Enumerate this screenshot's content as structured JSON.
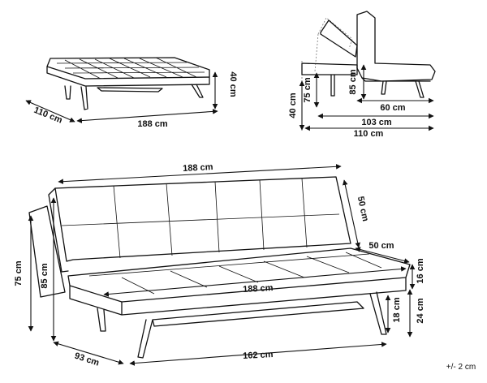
{
  "dimensions": {
    "top_view": {
      "width": "188 cm",
      "depth": "110 cm",
      "height": "40 cm"
    },
    "side_view": {
      "bed_depth": "60 cm",
      "reclined_depth": "103 cm",
      "total_depth": "110 cm",
      "bed_height": "40 cm",
      "seat_height": "75 cm",
      "back_height": "85 cm"
    },
    "main_view": {
      "overall_width": "188 cm",
      "back_height_vertical": "50 cm",
      "seat_depth_side": "50 cm",
      "seat_width": "188 cm",
      "leg_span": "162 cm",
      "depth": "93 cm",
      "total_height": "75 cm",
      "height_with_back": "85 cm",
      "cushion_thickness": "16 cm",
      "seat_to_floor": "24 cm",
      "leg_height": "18 cm"
    },
    "tolerance": "+/- 2 cm"
  }
}
